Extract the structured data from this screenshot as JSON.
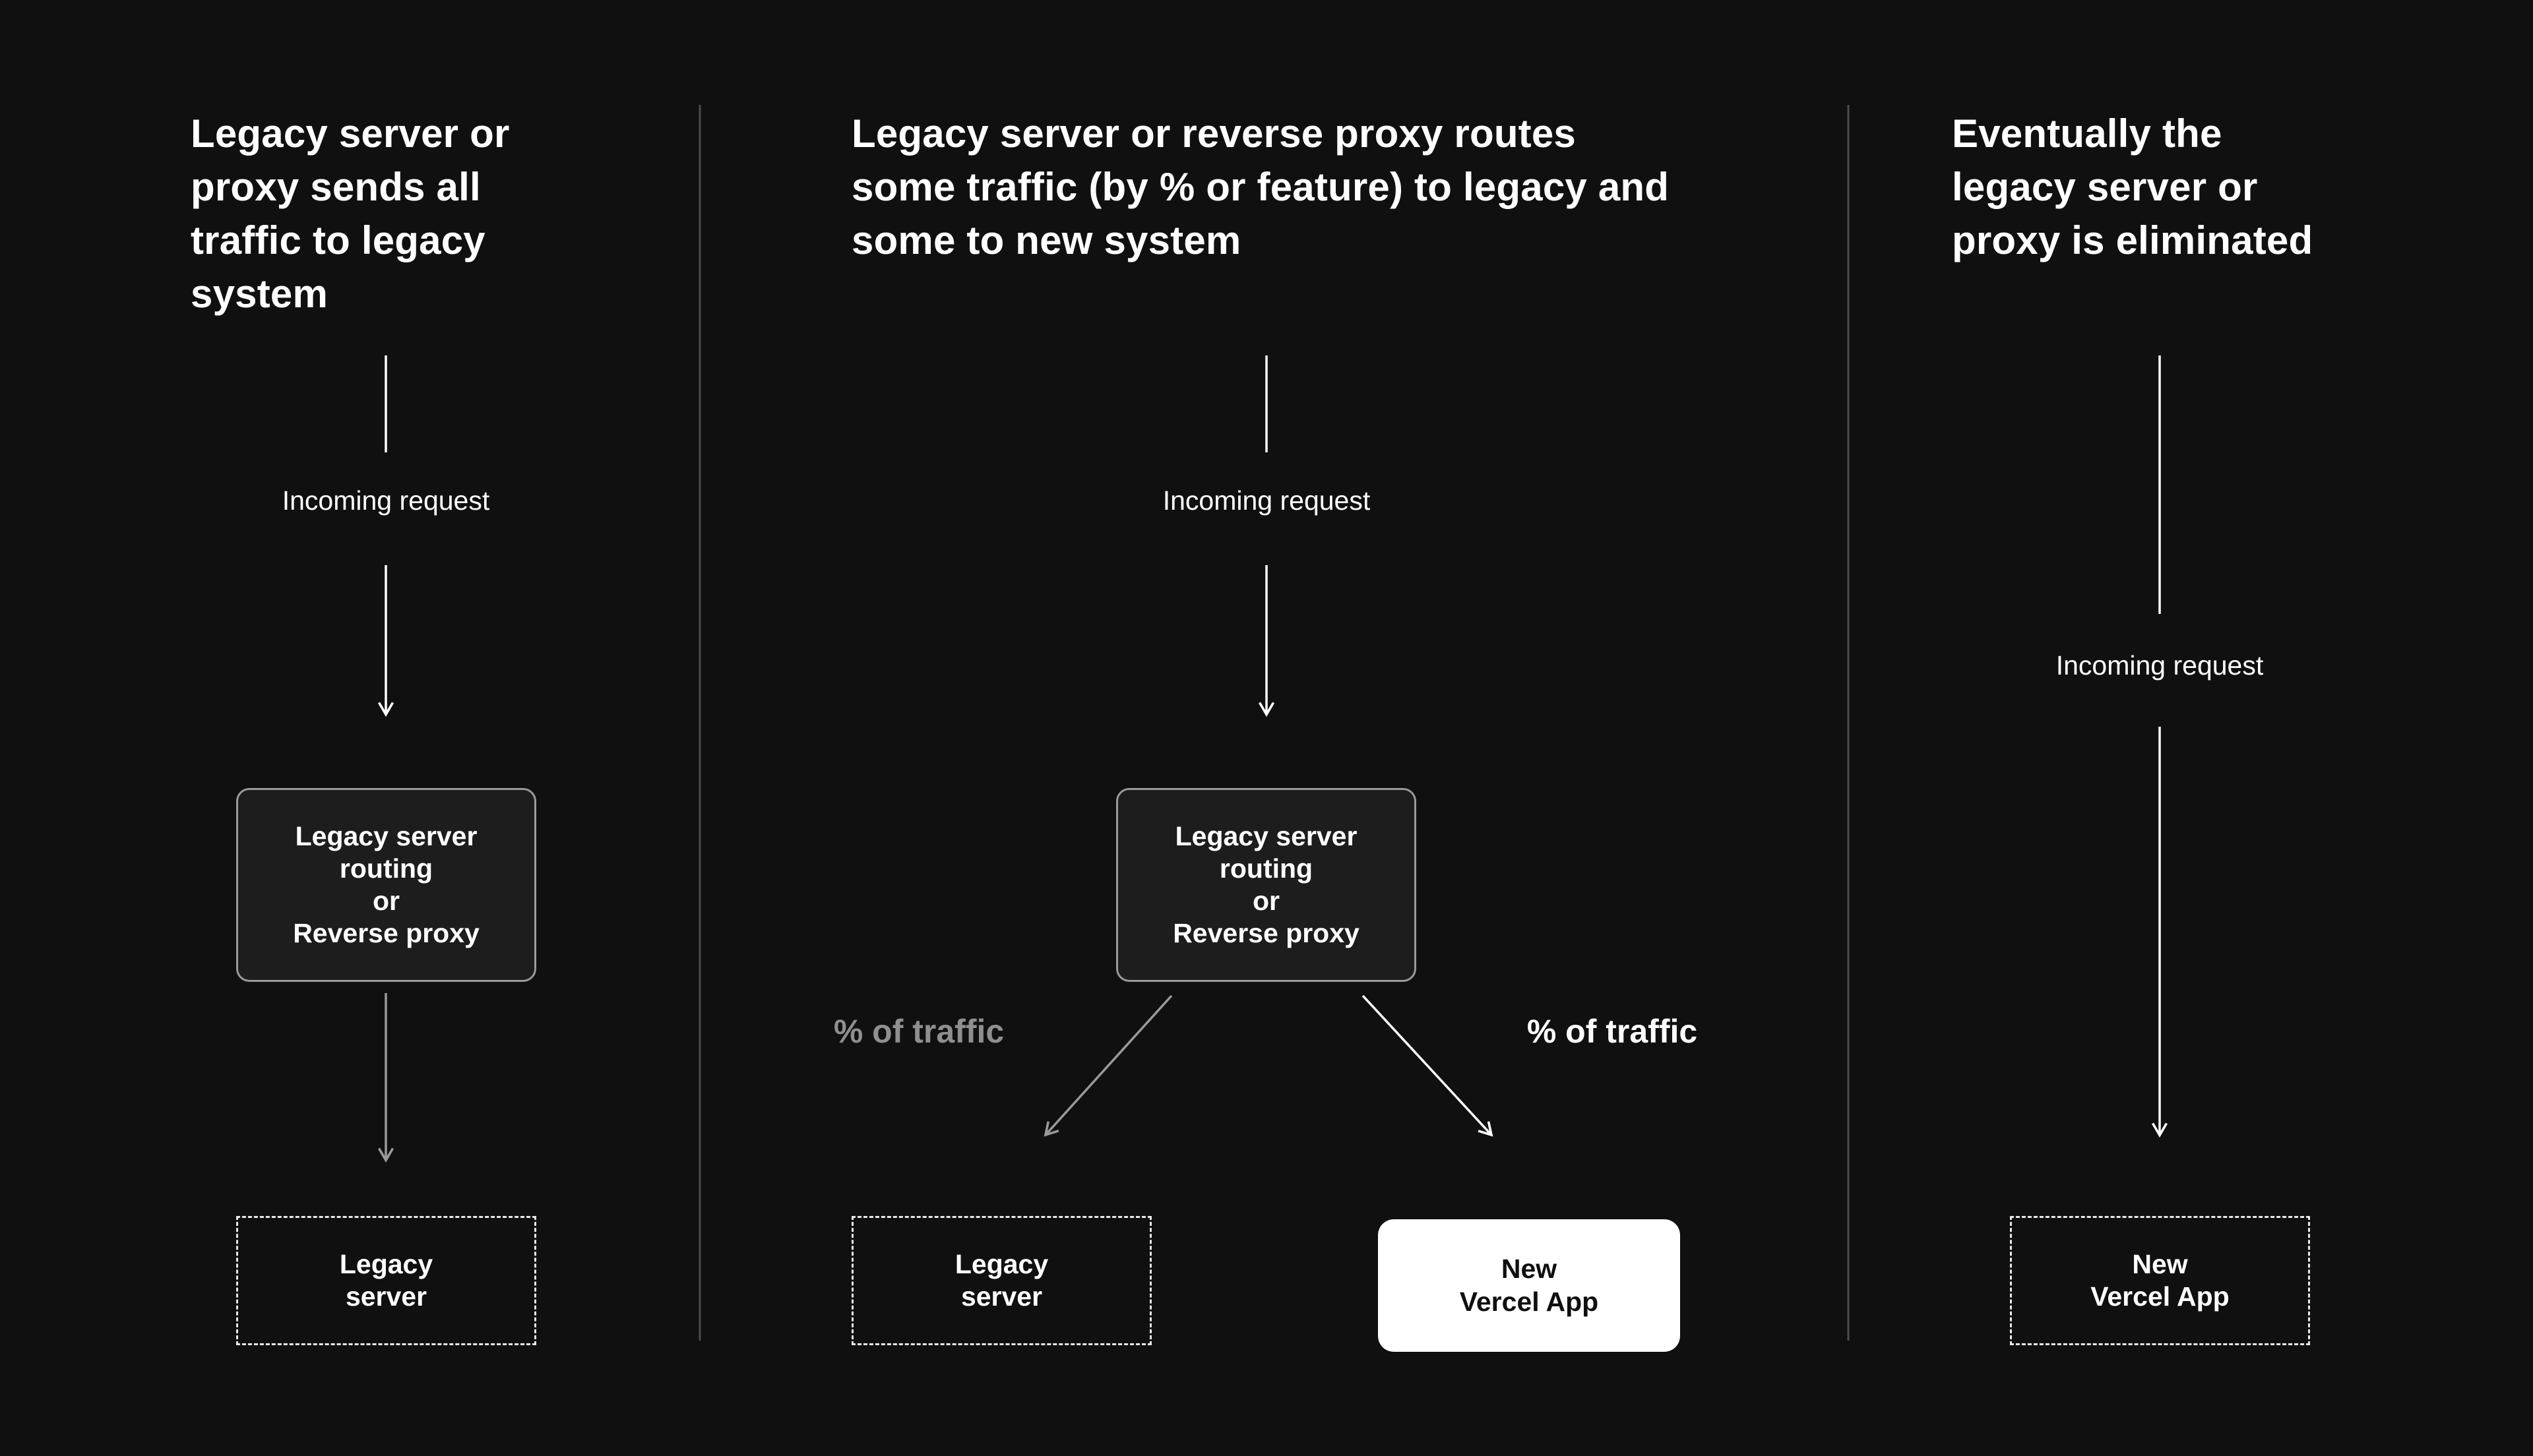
{
  "canvas": {
    "bg": "#101010",
    "text_color": "#ffffff",
    "muted_color": "#8f8f8f",
    "divider_color": "#4d4d4d",
    "routing_box_fill": "#1d1d1d",
    "routing_box_border": "#9a9a9a",
    "white_box_fill": "#ffffff"
  },
  "panels": [
    {
      "title": "Legacy server or\nproxy sends all\ntraffic to legacy\nsystem",
      "incoming_label": "Incoming request",
      "routing_box": "Legacy server\nrouting\nor\nReverse proxy",
      "legacy_box": "Legacy\nserver"
    },
    {
      "title": "Legacy server or reverse proxy routes\nsome traffic (by % or feature) to legacy and\nsome to new system",
      "incoming_label": "Incoming request",
      "routing_box": "Legacy server\nrouting\nor\nReverse proxy",
      "legacy_box": "Legacy\nserver",
      "vercel_box": "New\nVercel App",
      "traffic_label_left": "% of traffic",
      "traffic_label_right": "% of traffic"
    },
    {
      "title": "Eventually the\nlegacy server or\nproxy is eliminated",
      "incoming_label": "Incoming request",
      "vercel_box": "New\nVercel App"
    }
  ]
}
